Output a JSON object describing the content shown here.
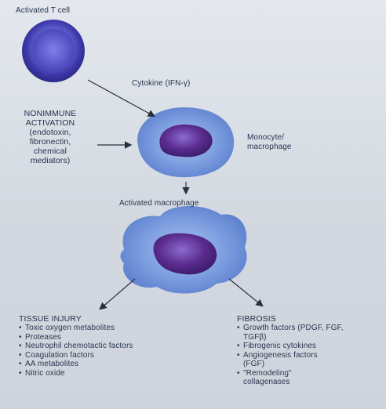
{
  "labels": {
    "activated_t_cell": "Activated T cell",
    "cytokine": "Cytokine (IFN-γ)",
    "nonimmune_title_1": "NONIMMUNE",
    "nonimmune_title_2": "ACTIVATION",
    "nonimmune_detail": [
      "(endotoxin,",
      "fibronectin,",
      "chemical",
      "mediators)"
    ],
    "monocyte_1": "Monocyte/",
    "monocyte_2": "macrophage",
    "activated_macrophage": "Activated macrophage"
  },
  "tissue_injury": {
    "title": "TISSUE INJURY",
    "items": [
      "Toxic oxygen metabolites",
      "Proteases",
      "Neutrophil chemotactic factors",
      "Coagulation factors",
      "AA metabolites",
      "Nitric oxide"
    ]
  },
  "fibrosis": {
    "title": "FIBROSIS",
    "items": [
      "Growth factors (PDGF, FGF, TGFβ)",
      "Fibrogenic cytokines",
      "Angiogenesis factors (FGF)",
      "\"Remodeling\" collagenases"
    ]
  },
  "colors": {
    "background": "#d6dbe3",
    "cell_outer": "#6f8fd6",
    "cell_inner": "#3f3aa6",
    "nucleus": "#5b2c8f",
    "text": "#27324d"
  }
}
